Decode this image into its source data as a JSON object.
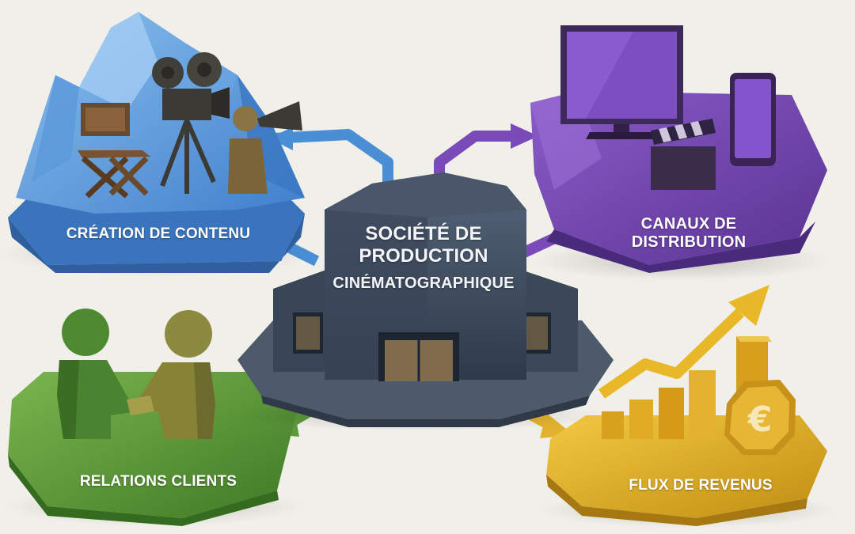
{
  "center": {
    "line1": "SOCIÉTÉ DE",
    "line2": "PRODUCTION",
    "line3": "CINÉMATOGRAPHIQUE"
  },
  "nodes": {
    "content_creation": {
      "label": "CRÉATION DE CONTENU",
      "color": "#4a8fd6"
    },
    "distribution": {
      "label1": "CANAUX DE",
      "label2": "DISTRIBUTION",
      "color": "#7a4ab8"
    },
    "client_relations": {
      "label": "RELATIONS CLIENTS",
      "color": "#5c9a3a"
    },
    "revenue": {
      "label": "FLUX DE REVENUS",
      "color": "#e2b22e"
    }
  },
  "icons": {
    "currency_symbol": "€"
  }
}
